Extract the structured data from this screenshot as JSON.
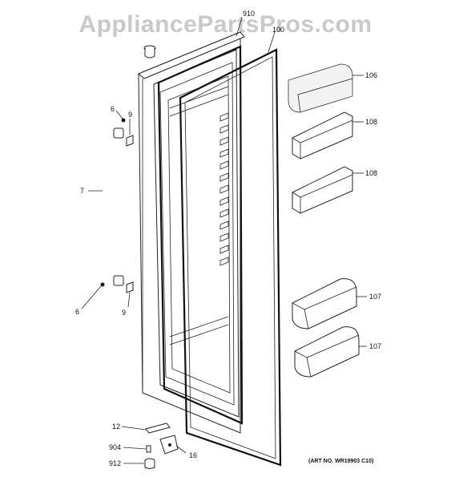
{
  "watermark": "AppliancePartsPros.com",
  "art_number": "(ART NO. WR19903 C10)",
  "callouts": {
    "gasket_top": "910",
    "gasket_front": "100",
    "bin_106": "106",
    "bin_108_a": "108",
    "bin_108_b": "108",
    "bin_107_a": "107",
    "bin_107_b": "107",
    "screw_6_top": "6",
    "screw_9_top": "9",
    "handle_7": "7",
    "screw_6_bottom": "6",
    "screw_9_bottom": "9",
    "hinge_12": "12",
    "screw_904": "904",
    "bushing_912": "912",
    "bracket_16": "16"
  }
}
